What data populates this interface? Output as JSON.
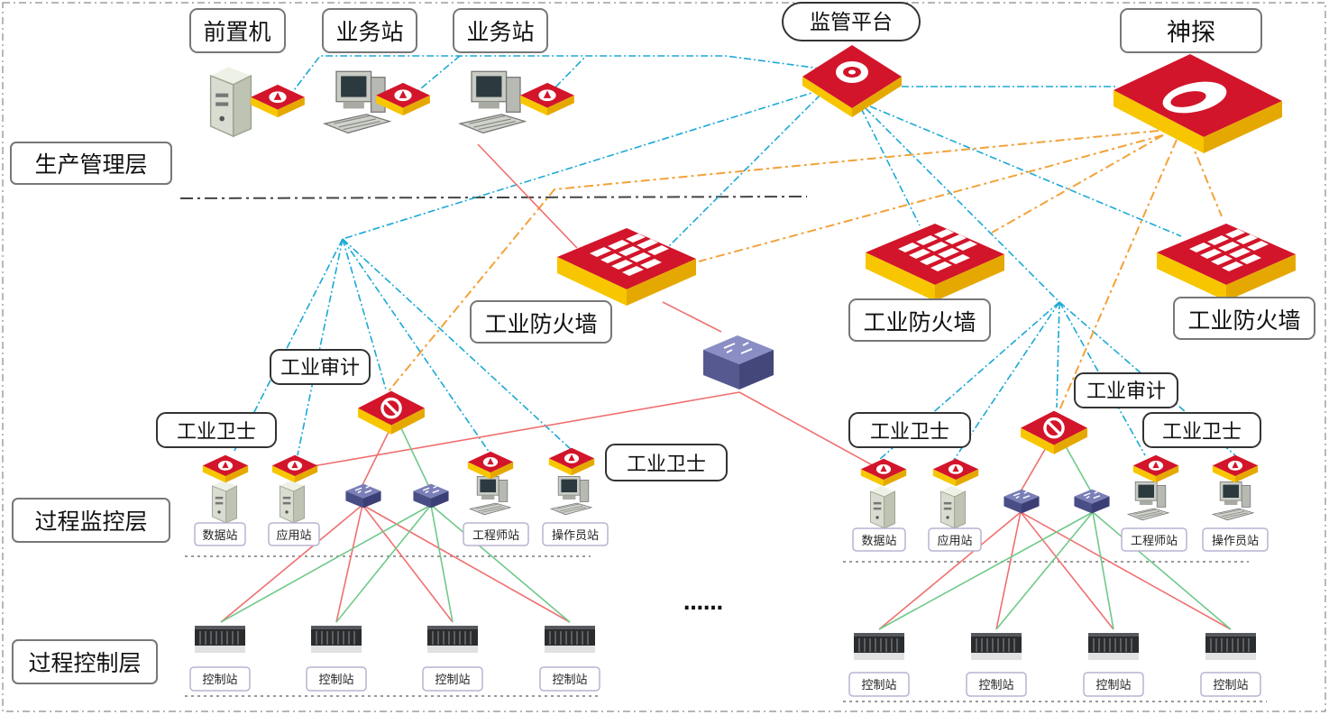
{
  "top_labels": {
    "front": "前置机",
    "biz1": "业务站",
    "biz2": "业务站",
    "platform": "监管平台",
    "probe": "神探"
  },
  "layers": {
    "mgmt": "生产管理层",
    "monitor": "过程监控层",
    "control": "过程控制层"
  },
  "firewalls": [
    "工业防火墙",
    "工业防火墙",
    "工业防火墙"
  ],
  "left_zone": {
    "audit": "工业审计",
    "guard_a": "工业卫士",
    "guard_b": "工业卫士",
    "stations": [
      "数据站",
      "应用站",
      "工程师站",
      "操作员站"
    ],
    "controls": [
      "控制站",
      "控制站",
      "控制站",
      "控制站"
    ]
  },
  "right_zone": {
    "audit": "工业审计",
    "guard_a": "工业卫士",
    "guard_b": "工业卫士",
    "stations": [
      "数据站",
      "应用站",
      "工程师站",
      "操作员站"
    ],
    "controls": [
      "控制站",
      "控制站",
      "控制站",
      "控制站"
    ]
  },
  "ellipsis": "……",
  "colors": {
    "red": "#d2152a",
    "yellow": "#f7c600",
    "blue_dash": "#1aa9d6",
    "orange_dash": "#f2a23a",
    "red_line": "#f07070",
    "green_line": "#70c98a",
    "switch": "#5a5e96"
  }
}
